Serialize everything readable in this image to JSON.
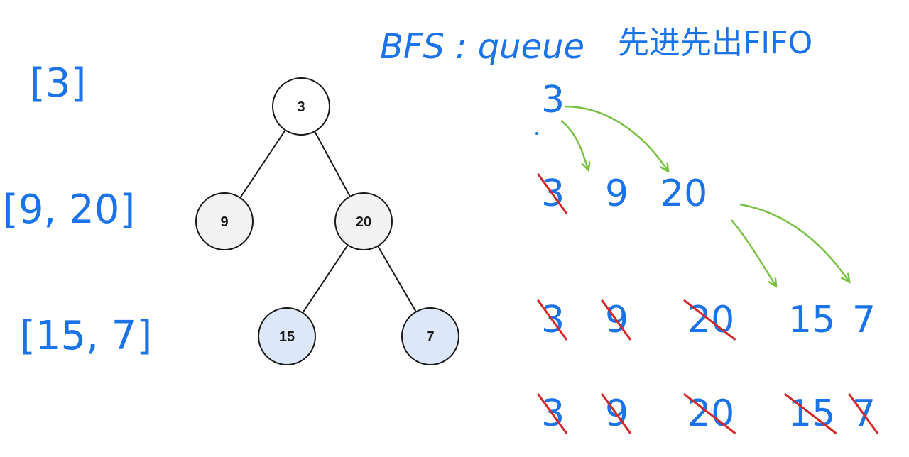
{
  "colors": {
    "ink_blue": "#1a73e8",
    "strike_red": "#d62728",
    "arrow_green": "#7ac143",
    "node_gray": "#f2f2f2",
    "node_blue": "#dce8fa",
    "node_white": "#ffffff",
    "stroke": "#1a1a1a"
  },
  "heading": {
    "latin": "BFS : queue",
    "cjk": "先进先出FIFO"
  },
  "levels": [
    {
      "text": "[3]"
    },
    {
      "text": "[9, 20]"
    },
    {
      "text": "[15, 7]"
    }
  ],
  "tree": {
    "nodes": [
      {
        "id": "n3",
        "label": "3",
        "fill": "node_white"
      },
      {
        "id": "n9",
        "label": "9",
        "fill": "node_gray"
      },
      {
        "id": "n20",
        "label": "20",
        "fill": "node_gray"
      },
      {
        "id": "n15",
        "label": "15",
        "fill": "node_blue"
      },
      {
        "id": "n7",
        "label": "7",
        "fill": "node_blue"
      }
    ],
    "edges": [
      [
        "n3",
        "n9"
      ],
      [
        "n3",
        "n20"
      ],
      [
        "n20",
        "n15"
      ],
      [
        "n20",
        "n7"
      ]
    ]
  },
  "queue_steps": [
    {
      "items": [
        {
          "text": "3",
          "dequeued": false
        }
      ]
    },
    {
      "items": [
        {
          "text": "3",
          "dequeued": true
        },
        {
          "text": "9",
          "dequeued": false
        },
        {
          "text": "20",
          "dequeued": false
        }
      ]
    },
    {
      "items": [
        {
          "text": "3",
          "dequeued": true
        },
        {
          "text": "9",
          "dequeued": true
        },
        {
          "text": "20",
          "dequeued": true
        },
        {
          "text": "15",
          "dequeued": false
        },
        {
          "text": "7",
          "dequeued": false
        }
      ]
    },
    {
      "items": [
        {
          "text": "3",
          "dequeued": true
        },
        {
          "text": "9",
          "dequeued": true
        },
        {
          "text": "20",
          "dequeued": true
        },
        {
          "text": "15",
          "dequeued": true
        },
        {
          "text": "7",
          "dequeued": true
        }
      ]
    }
  ]
}
